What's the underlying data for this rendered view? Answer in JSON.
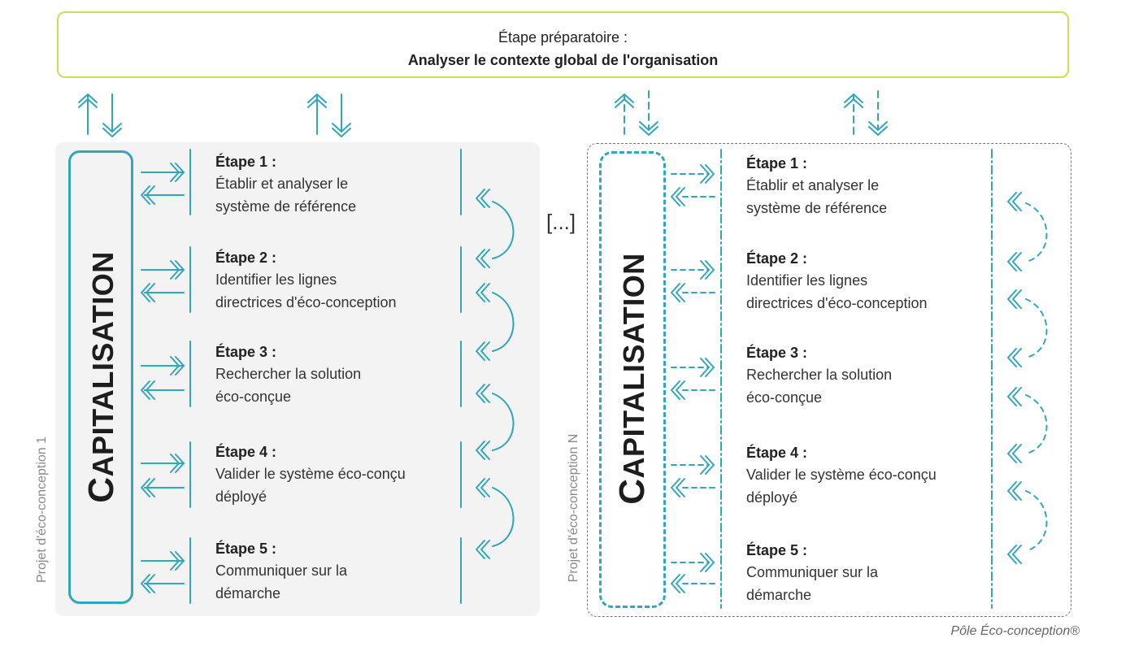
{
  "header": {
    "line1": "Étape préparatoire :",
    "line2": "Analyser le contexte global de l'organisation"
  },
  "project1": {
    "side_label": "Projet d'éco-conception 1",
    "capitalisation_first": "C",
    "capitalisation_rest": "APITALISATION",
    "stages": [
      {
        "title": "Étape 1 :",
        "line1": "Établir et analyser le",
        "line2": "système de référence"
      },
      {
        "title": "Étape 2 :",
        "line1": "Identifier les lignes",
        "line2": "directrices d'éco-conception"
      },
      {
        "title": "Étape 3 :",
        "line1": "Rechercher la solution",
        "line2": "éco-conçue"
      },
      {
        "title": "Étape 4 :",
        "line1": "Valider le système éco-conçu",
        "line2": "déployé"
      },
      {
        "title": "Étape 5 :",
        "line1": "Communiquer sur la",
        "line2": "démarche"
      }
    ]
  },
  "projectN": {
    "side_label": "Projet d'éco-conception N",
    "capitalisation_first": "C",
    "capitalisation_rest": "APITALISATION",
    "stages": [
      {
        "title": "Étape 1 :",
        "line1": "Établir et analyser le",
        "line2": "système de référence"
      },
      {
        "title": "Étape 2 :",
        "line1": "Identifier les lignes",
        "line2": "directrices d'éco-conception"
      },
      {
        "title": "Étape 3 :",
        "line1": "Rechercher la solution",
        "line2": "éco-conçue"
      },
      {
        "title": "Étape 4 :",
        "line1": "Valider le système éco-conçu",
        "line2": "déployé"
      },
      {
        "title": "Étape 5 :",
        "line1": "Communiquer sur la",
        "line2": "démarche"
      }
    ]
  },
  "ellipsis": "[...]",
  "footer": "Pôle Éco-conception®",
  "colors": {
    "accent": "#2fa7bd",
    "header_border": "#cfdc5a",
    "panel_bg": "#f3f3f3"
  }
}
